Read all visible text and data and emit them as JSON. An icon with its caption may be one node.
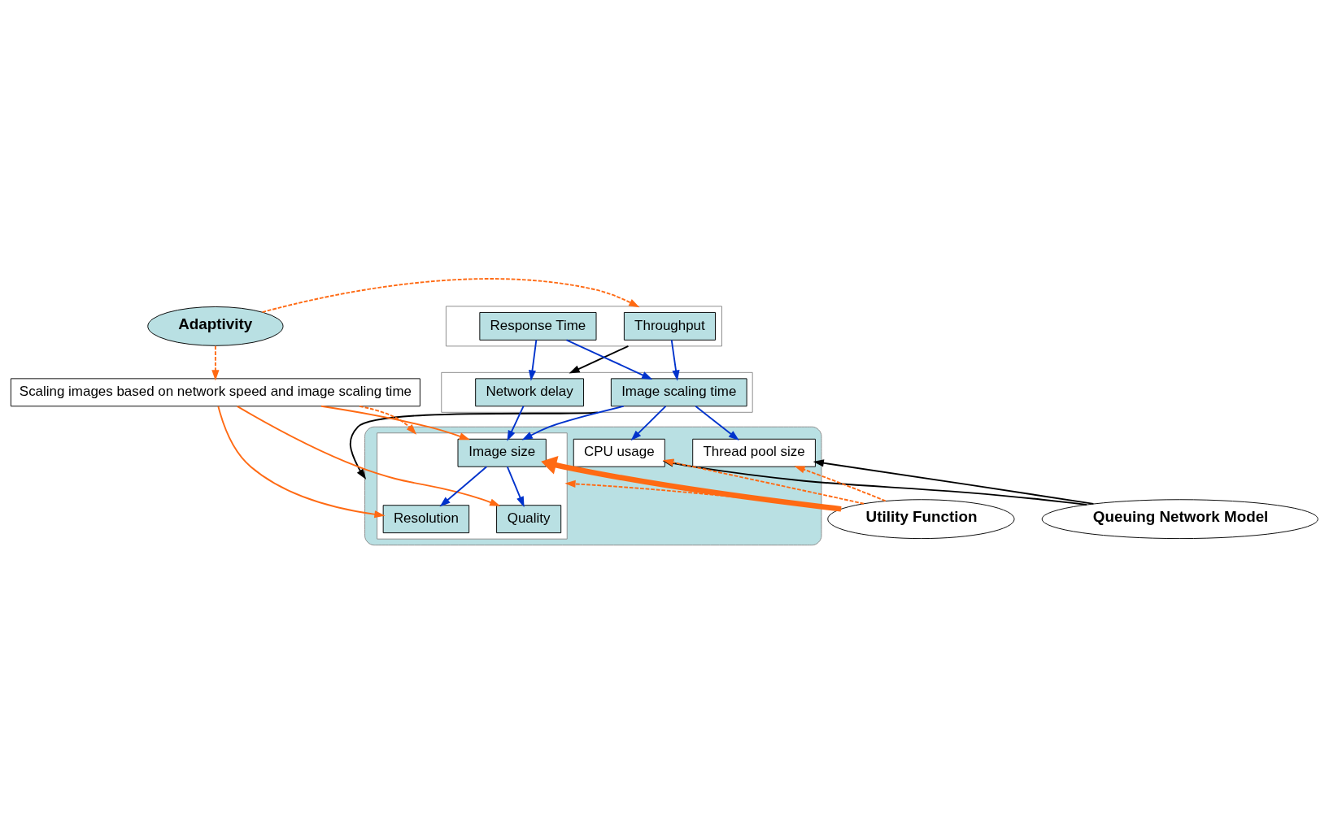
{
  "diagram": {
    "nodes": [
      {
        "text": [],
        "shape": "box"
      },
      {
        "text": [
          "Throughput"
        ],
        "in": 0
      },
      {
        "text": [
          "Response Time"
        ],
        "in": 0
      },
      {
        "text": [
          "Adaptivity"
        ]
      },
      {
        "text": [],
        "shape": "box"
      },
      {
        "text": [
          "Image scaling time"
        ],
        "in": 4
      },
      {
        "text": [
          "Network delay"
        ],
        "in": 4
      },
      {
        "text": [
          "Scaling images based on network speed and image scaling time"
        ]
      },
      {
        "text": [],
        "shape": "box"
      },
      {
        "text": [
          "CPU usage"
        ],
        "in": 8
      },
      {
        "text": [
          "Thread pool size"
        ],
        "in": 8
      },
      {
        "text": [],
        "shape": "box",
        "in": 8
      },
      {
        "text": [
          "Resolution"
        ],
        "in": 11
      },
      {
        "text": [
          "Image size"
        ],
        "in": 11
      },
      {
        "text": [
          "Quality"
        ],
        "in": 11
      },
      {
        "text": [
          "Queuing Network Model"
        ]
      },
      {
        "text": [
          "Utility Function"
        ]
      }
    ],
    "edges": [
      {
        "from": 3,
        "to": 0,
        "arrow": "to",
        "style": "dashed"
      },
      {
        "from": 0,
        "to": 4,
        "arrow": "to",
        "color": "#000000"
      },
      {
        "from": 1,
        "to": 5,
        "arrow": "to",
        "color": "#0033cc"
      },
      {
        "from": 2,
        "to": 5,
        "arrow": "to",
        "color": "#0033cc"
      },
      {
        "from": 2,
        "to": 6,
        "arrow": "to",
        "color": "#0033cc"
      },
      {
        "from": 3,
        "to": 7,
        "arrow": "to",
        "style": "dashed"
      },
      {
        "from": 4,
        "to": 8,
        "arrow": "to",
        "color": "#000000"
      },
      {
        "from": 5,
        "to": 9,
        "arrow": "to",
        "color": "#0033cc"
      },
      {
        "from": 5,
        "to": 10,
        "arrow": "to",
        "color": "#0033cc"
      },
      {
        "from": 5,
        "to": 13,
        "arrow": "to",
        "color": "#0033cc"
      },
      {
        "from": 6,
        "to": 13,
        "arrow": "to",
        "color": "#0033cc"
      },
      {
        "from": 7,
        "to": 11,
        "arrow": "to",
        "style": "dashed"
      },
      {
        "from": 7,
        "to": 13,
        "arrow": "to"
      },
      {
        "from": 7,
        "to": 12,
        "arrow": "to"
      },
      {
        "from": 7,
        "to": 14,
        "arrow": "to"
      },
      {
        "from": 13,
        "to": 12,
        "arrow": "to",
        "color": "#0033cc"
      },
      {
        "from": 13,
        "to": 14,
        "arrow": "to",
        "color": "#0033cc"
      },
      {
        "from": 15,
        "to": 9,
        "arrow": "to",
        "color": "#000000"
      },
      {
        "from": 15,
        "to": 10,
        "arrow": "to",
        "color": "#000000"
      },
      {
        "from": 16,
        "to": 9,
        "arrow": "to",
        "style": "dashed"
      },
      {
        "from": 16,
        "to": 10,
        "arrow": "to",
        "style": "dashed"
      },
      {
        "from": 16,
        "to": 11,
        "arrow": "to",
        "style": "dashed"
      },
      {
        "from": 16,
        "to": 13,
        "arrow": "to",
        "style": "thick"
      }
    ]
  }
}
